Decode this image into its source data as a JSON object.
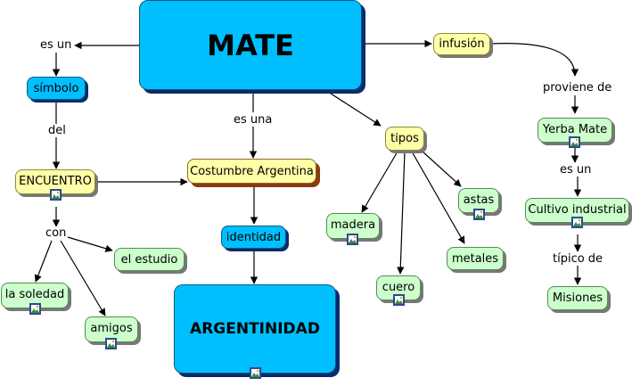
{
  "nodes": {
    "mate": "MATE",
    "simbolo": "símbolo",
    "encuentro": "ENCUENTRO",
    "costumbre": "Costumbre Argentina",
    "identidad": "identidad",
    "argentinidad": "ARGENTINIDAD",
    "infusion": "infusión",
    "yerba": "Yerba Mate",
    "cultivo": "Cultivo industrial",
    "misiones": "Misiones",
    "tipos": "tipos",
    "madera": "madera",
    "cuero": "cuero",
    "astas": "astas",
    "metales": "metales",
    "estudio": "el estudio",
    "soledad": "la soledad",
    "amigos": "amigos"
  },
  "links": {
    "es_un_left": "es un",
    "del": "del",
    "con": "con",
    "es_una": "es una",
    "proviene": "proviene de",
    "es_un_right": "es un",
    "tipico": "típico de"
  },
  "resource_icon": "image-resource-icon",
  "colors": {
    "main_node": "#00bfff",
    "secondary_node": "#ffffa8",
    "leaf_node": "#ccffcc"
  }
}
